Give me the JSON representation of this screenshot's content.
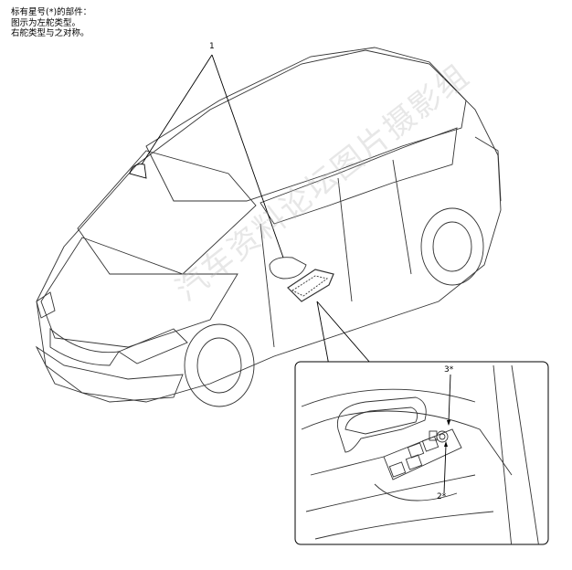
{
  "notes": {
    "line1": "标有星号(*)的部件：",
    "line2": "图示为左舵类型。",
    "line3": "右舵类型与之对称。"
  },
  "callouts": {
    "c1": "1",
    "c2": "2*",
    "c3": "3*"
  },
  "watermark": "汽车资料论坛图片摄影组"
}
